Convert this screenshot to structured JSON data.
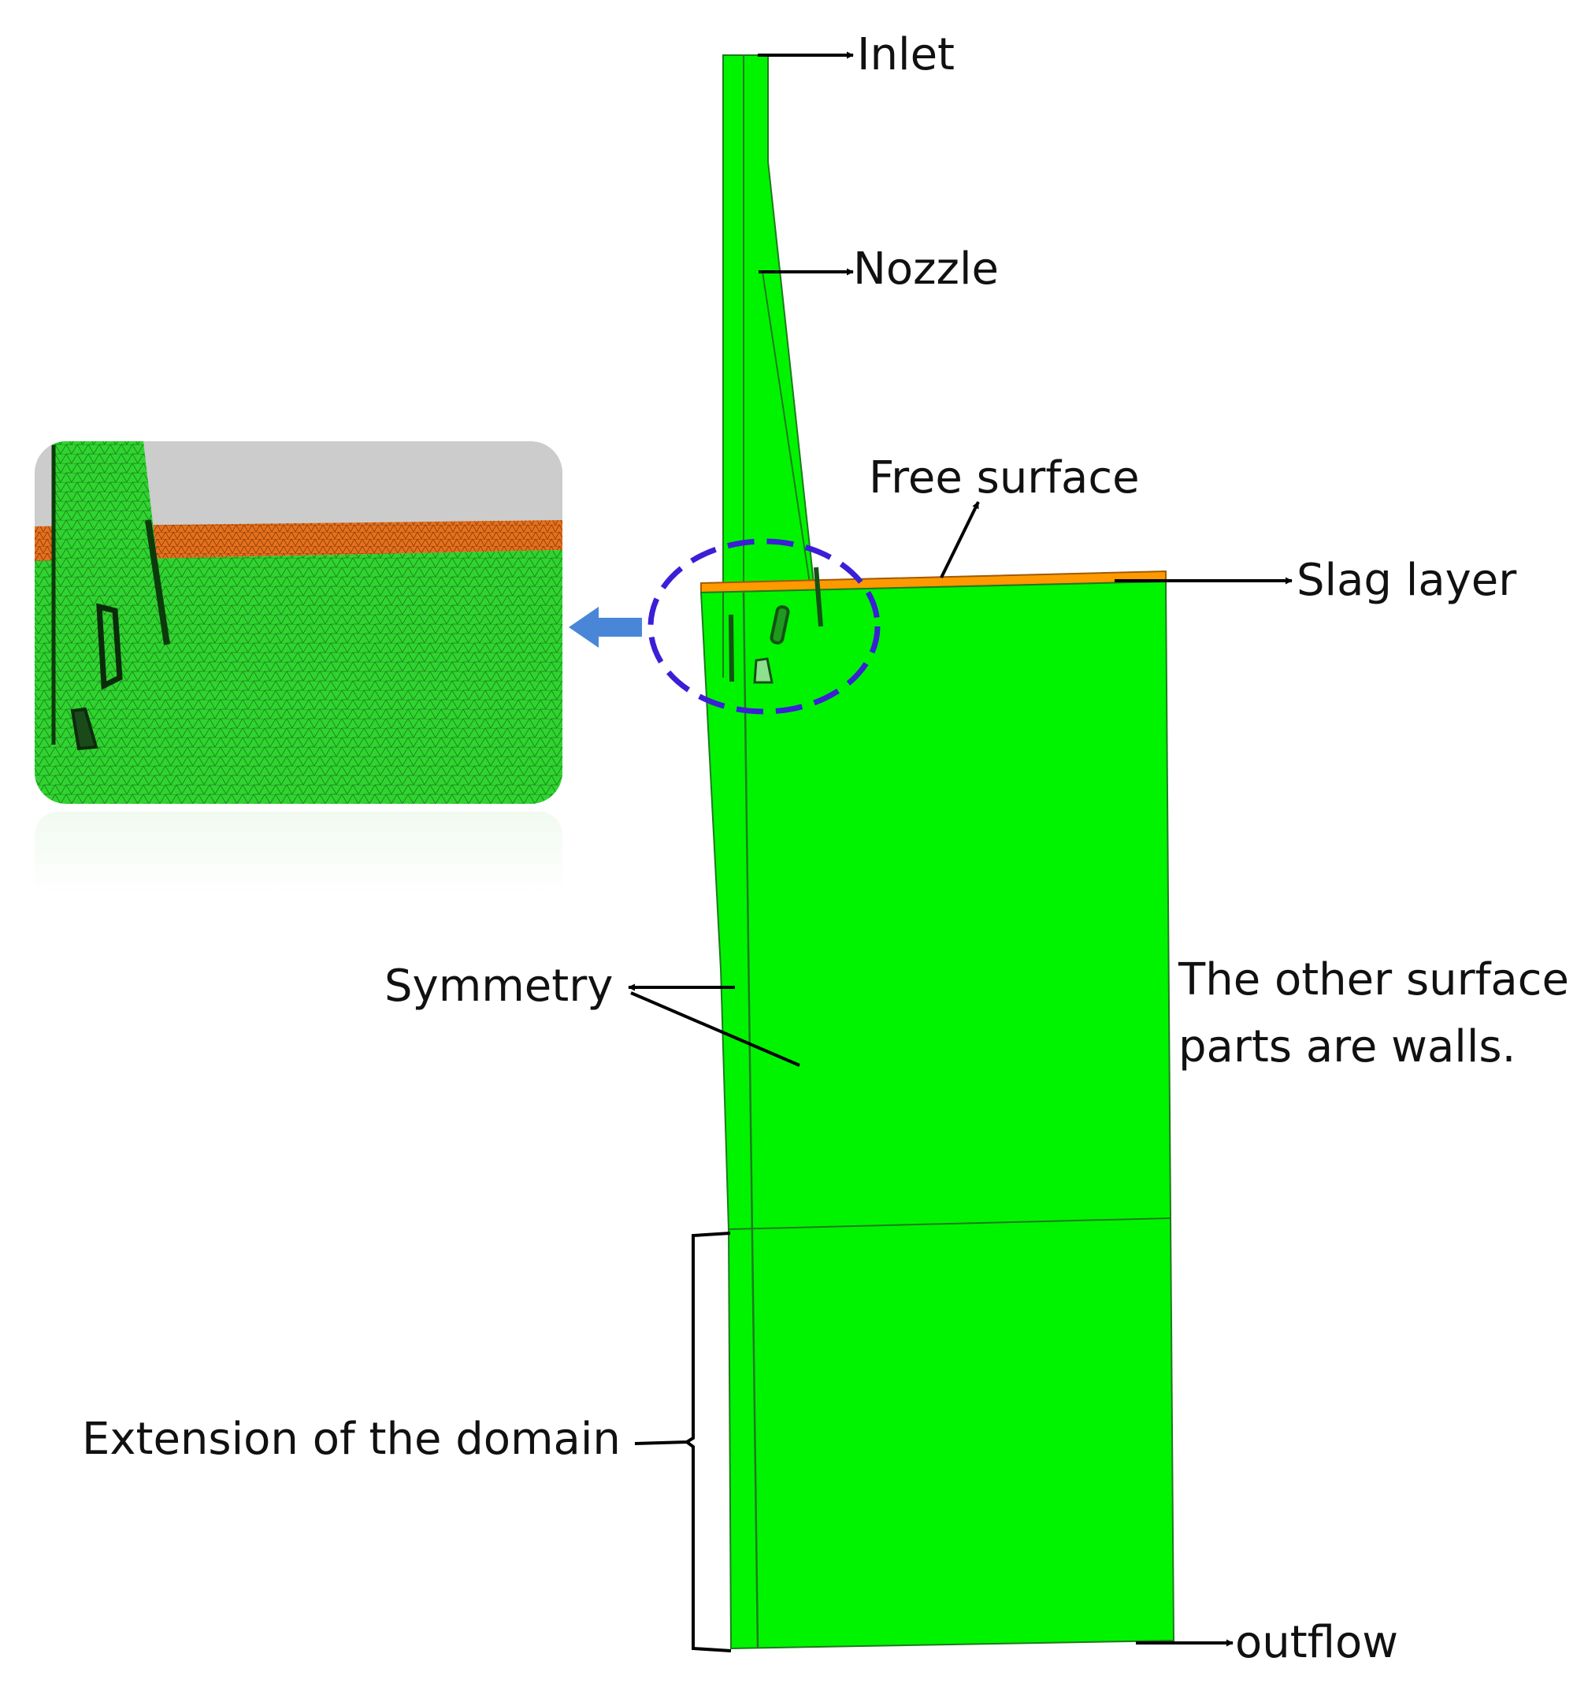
{
  "labels": {
    "inlet": "Inlet",
    "nozzle": "Nozzle",
    "free_surface": "Free surface",
    "slag_layer": "Slag layer",
    "symmetry": "Symmetry",
    "walls_line1": "The other surface",
    "walls_line2": "parts are walls.",
    "extension": "Extension of the domain",
    "outflow": "outflow"
  },
  "colors": {
    "fluid": "#00f400",
    "slag": "#ff9900",
    "zoom_circle": "#3a1fd6",
    "zoom_arrow": "#4a86d8",
    "mesh_background": "#cccccc"
  }
}
